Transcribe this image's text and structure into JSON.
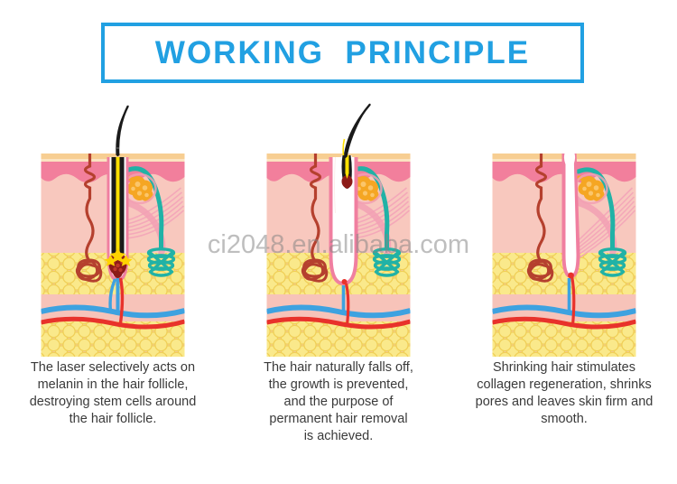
{
  "header": {
    "title": "WORKING  PRINCIPLE",
    "border_color": "#21A0E2",
    "title_color": "#21A0E2"
  },
  "watermark": {
    "text": "ci2048.en.alibaba.com"
  },
  "panels": [
    {
      "id": "panel-1",
      "figure_name": "skin-cross-section-laser-absorption",
      "caption": "The laser selectively acts on\nmelanin in the hair follicle,\ndestroying stem cells around\nthe hair follicle.",
      "state": "hair-intact-laser-energy-at-bulb"
    },
    {
      "id": "panel-2",
      "figure_name": "skin-cross-section-hair-falling-off",
      "caption": "The hair naturally falls off,\nthe growth is prevented,\nand the purpose of\npermanent hair removal\nis achieved.",
      "state": "hair-detaching-follicle-empty"
    },
    {
      "id": "panel-3",
      "figure_name": "skin-cross-section-follicle-shrunk",
      "caption": "Shrinking hair stimulates\ncollagen regeneration, shrinks\npores and leaves skin firm and\nsmooth.",
      "state": "no-hair-follicle-shrunk"
    }
  ],
  "colors": {
    "epidermis_surface": "#F7CE92",
    "epidermis": "#F27F9C",
    "dermis": "#F8C8BE",
    "hypodermis": "#F7C3B9",
    "fat_cell": "#FAE98B",
    "fat_cell_outline": "#F2D45B",
    "hair_shaft": "#1A1A1A",
    "hair_medulla": "#FFE000",
    "follicle_wall": "#F07FA0",
    "follicle_inner": "#FFFFFF",
    "sebaceous_gland": "#F5A623",
    "sweat_gland": "#21B2A6",
    "nerve": "#B5402E",
    "artery": "#E8322B",
    "vein": "#3EA2E0",
    "muscle": "#F2A0B4",
    "bulb_dark": "#8C1B17",
    "laser_spark": "#FFD200"
  }
}
